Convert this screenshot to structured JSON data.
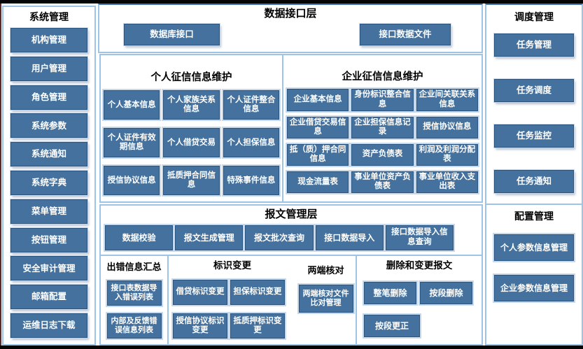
{
  "colors": {
    "button_fill": "#44719D",
    "button_border": "#2A5480",
    "button_halo": "#C7D8EA",
    "panel_border": "#9DC3E6",
    "top_accent": "#3A72AE",
    "frame_bar": "#050505",
    "left_edge": "#5C2B2B"
  },
  "system_panel": {
    "title": "系统管理",
    "items": [
      "机构管理",
      "用户管理",
      "角色管理",
      "系统参数",
      "系统通知",
      "系统字典",
      "菜单管理",
      "按钮管理",
      "安全审计管理",
      "邮箱配置",
      "运维日志下载"
    ]
  },
  "data_interface_panel": {
    "title": "数据接口层",
    "buttons": [
      "数据库接口",
      "接口数据文件"
    ]
  },
  "personal_panel": {
    "title": "个人征信信息维护",
    "buttons": [
      "个人基本信息",
      "个人家族关系信息",
      "个人证件整合信息",
      "个人证件有效期信息",
      "个人借贷交易",
      "个人担保信息",
      "授信协议信息",
      "抵质押合同信息",
      "特殊事件信息"
    ]
  },
  "enterprise_panel": {
    "title": "企业征信信息维护",
    "buttons": [
      "企业基本信息",
      "身份标识整合信息",
      "企业间关联关系信息",
      "企业借贷交易信息",
      "企业担保信息记录",
      "授信协议信息",
      "抵（质）押合同信息",
      "资产负债表",
      "利润及利润分配表",
      "现金流量表",
      "事业单位资产负债表",
      "事业单位收入支出表"
    ]
  },
  "message_panel": {
    "title": "报文管理层",
    "buttons": [
      "数据校验",
      "报文生成管理",
      "报文批次查询",
      "接口数据导入",
      "接口数据导入信息查询"
    ]
  },
  "error_panel": {
    "title": "出错信息汇总",
    "buttons": [
      "接口表数据导入错误列表",
      "内部及反馈错误信息列表"
    ]
  },
  "id_change_panel": {
    "title": "标识变更",
    "buttons": [
      "借贷标识变更",
      "担保标识变更",
      "授信协议标识变更",
      "抵质押标识变更"
    ]
  },
  "two_end_panel": {
    "title": "两端核对",
    "buttons": [
      "两端核对文件比对管理"
    ]
  },
  "delete_change_panel": {
    "title": "删除和变更报文",
    "buttons": [
      "整笔删除",
      "按段删除",
      "按段更正"
    ]
  },
  "scheduling_panel": {
    "title": "调度管理",
    "buttons": [
      "任务管理",
      "任务调度",
      "任务监控",
      "任务通知"
    ]
  },
  "config_panel": {
    "title": "配置管理",
    "buttons": [
      "个人参数信息管理",
      "企业参数信息管理"
    ]
  }
}
